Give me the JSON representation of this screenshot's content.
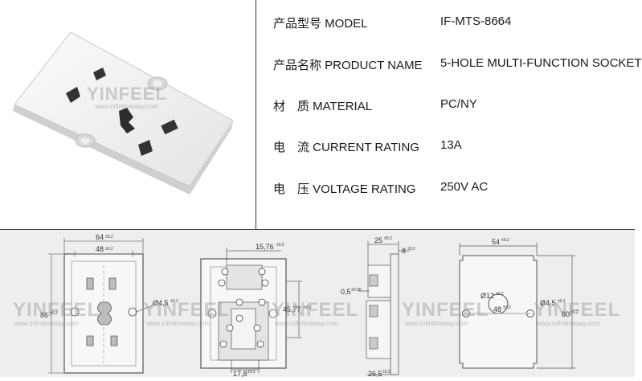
{
  "specs": [
    {
      "label": "产品型号 MODEL",
      "value": "IF-MTS-8664"
    },
    {
      "label": "产品名称 PRODUCT NAME",
      "value": "5-HOLE MULTI-FUNCTION SOCKET"
    },
    {
      "label": "材　质 MATERIAL",
      "value": "PC/NY"
    },
    {
      "label": "电　流 CURRENT RATING",
      "value": "13A"
    },
    {
      "label": "电　压 VOLTAGE RATING",
      "value": "250V AC"
    }
  ],
  "watermark": {
    "brand": "YINFEEL",
    "url": "www.infinitiveway.com",
    "url_full": "www.infinitiveway.com"
  },
  "dims": {
    "front_width": "64",
    "front_hole_spacing": "48",
    "front_height": "86",
    "front_hole_dia": "Ø4,5",
    "rear_top": "15,76",
    "rear_side": "45,77",
    "rear_bottom": "17,8",
    "side_top1": "25",
    "side_top2": "8",
    "side_mid": "0,5",
    "side_bottom": "26,5",
    "plate_width": "54",
    "plate_center_dia": "Ø12",
    "plate_hole_spacing": "48",
    "plate_hole_dia": "Ø4,5",
    "plate_height": "80",
    "tol_02": "±0.2",
    "tol_01": "±0.1",
    "tol_005": "±0.05"
  }
}
